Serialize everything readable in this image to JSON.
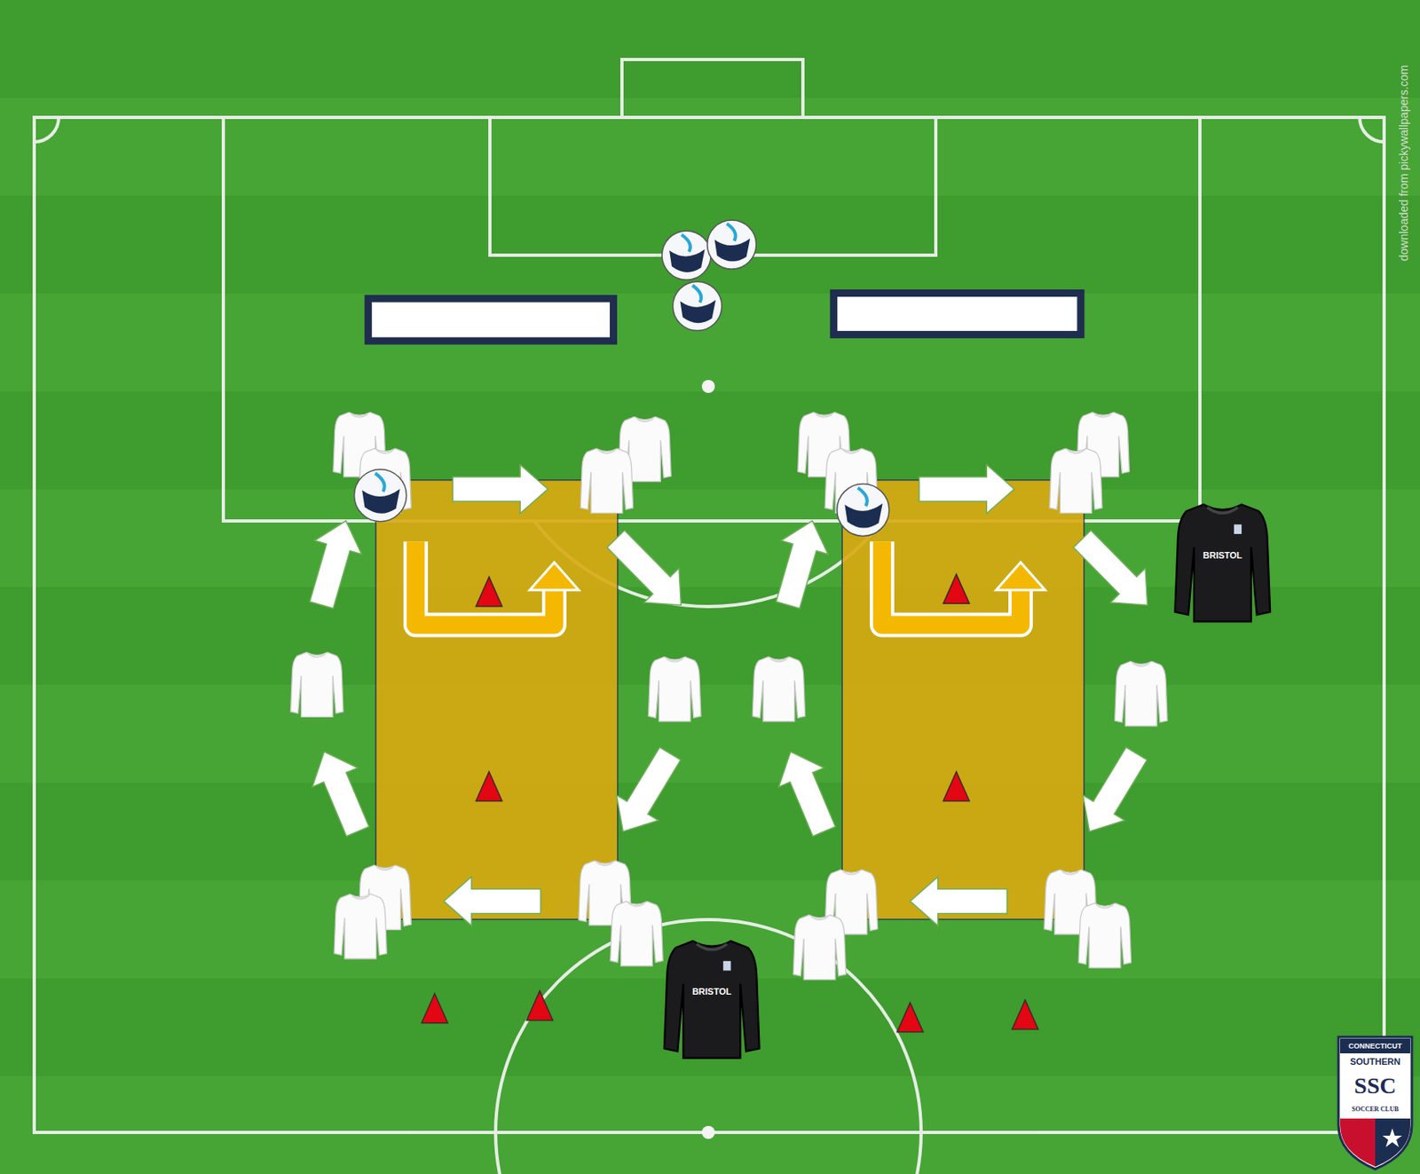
{
  "diagram": {
    "labels": [
      "downloaded from pickywallpapers.com",
      "BRISTOL",
      "BRISTOL",
      "CONNECTICUT",
      "SOUTHERN",
      "SSC",
      "SOCCER CLUB"
    ]
  }
}
